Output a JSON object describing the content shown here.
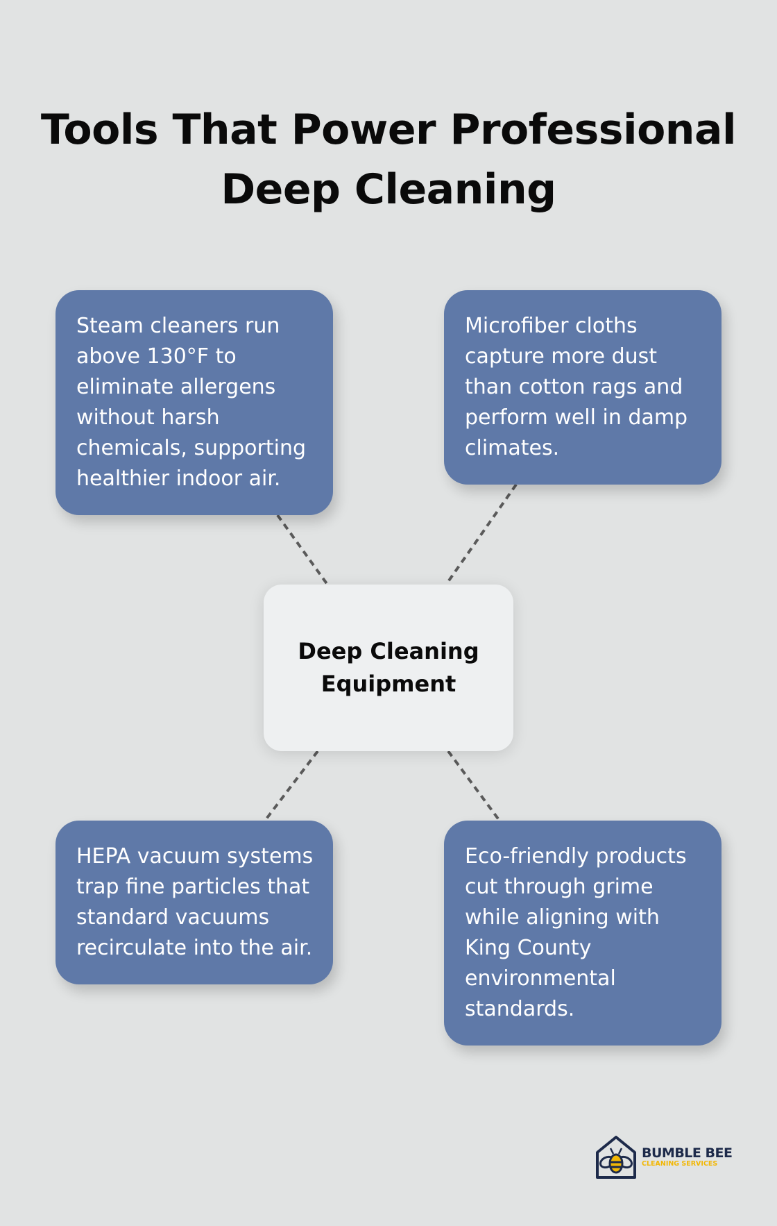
{
  "title": {
    "lines": [
      "Tools That Power Professional",
      "Deep Cleaning"
    ]
  },
  "center_node": {
    "lines": [
      "Deep Cleaning",
      "Equipment"
    ]
  },
  "cards": [
    {
      "id": "steam-cleaners",
      "lines": [
        "Steam cleaners run",
        "above 130°F to",
        "eliminate allergens",
        "without harsh",
        "chemicals, supporting",
        "healthier indoor air."
      ]
    },
    {
      "id": "microfiber-cloths",
      "lines": [
        "Microfiber cloths",
        "capture more dust",
        "than cotton rags and",
        "perform well in damp",
        "climates."
      ]
    },
    {
      "id": "hepa-vacuum",
      "lines": [
        "HEPA vacuum systems",
        "trap fine particles that",
        "standard vacuums",
        "recirculate into the air."
      ]
    },
    {
      "id": "eco-friendly-products",
      "lines": [
        "Eco-friendly products",
        "cut through grime",
        "while aligning with",
        "King County",
        "environmental",
        "standards."
      ]
    }
  ],
  "logo": {
    "name": "BUMBLE BEE",
    "subtitle": "CLEANING SERVICES",
    "icon": "bee-house-icon"
  },
  "colors": {
    "background": "#e1e3e3",
    "card": "#5f79a8",
    "center": "#eef0f1",
    "connector": "#5a5a5a",
    "logo_navy": "#1d2a4a",
    "logo_yellow": "#f2b705"
  }
}
